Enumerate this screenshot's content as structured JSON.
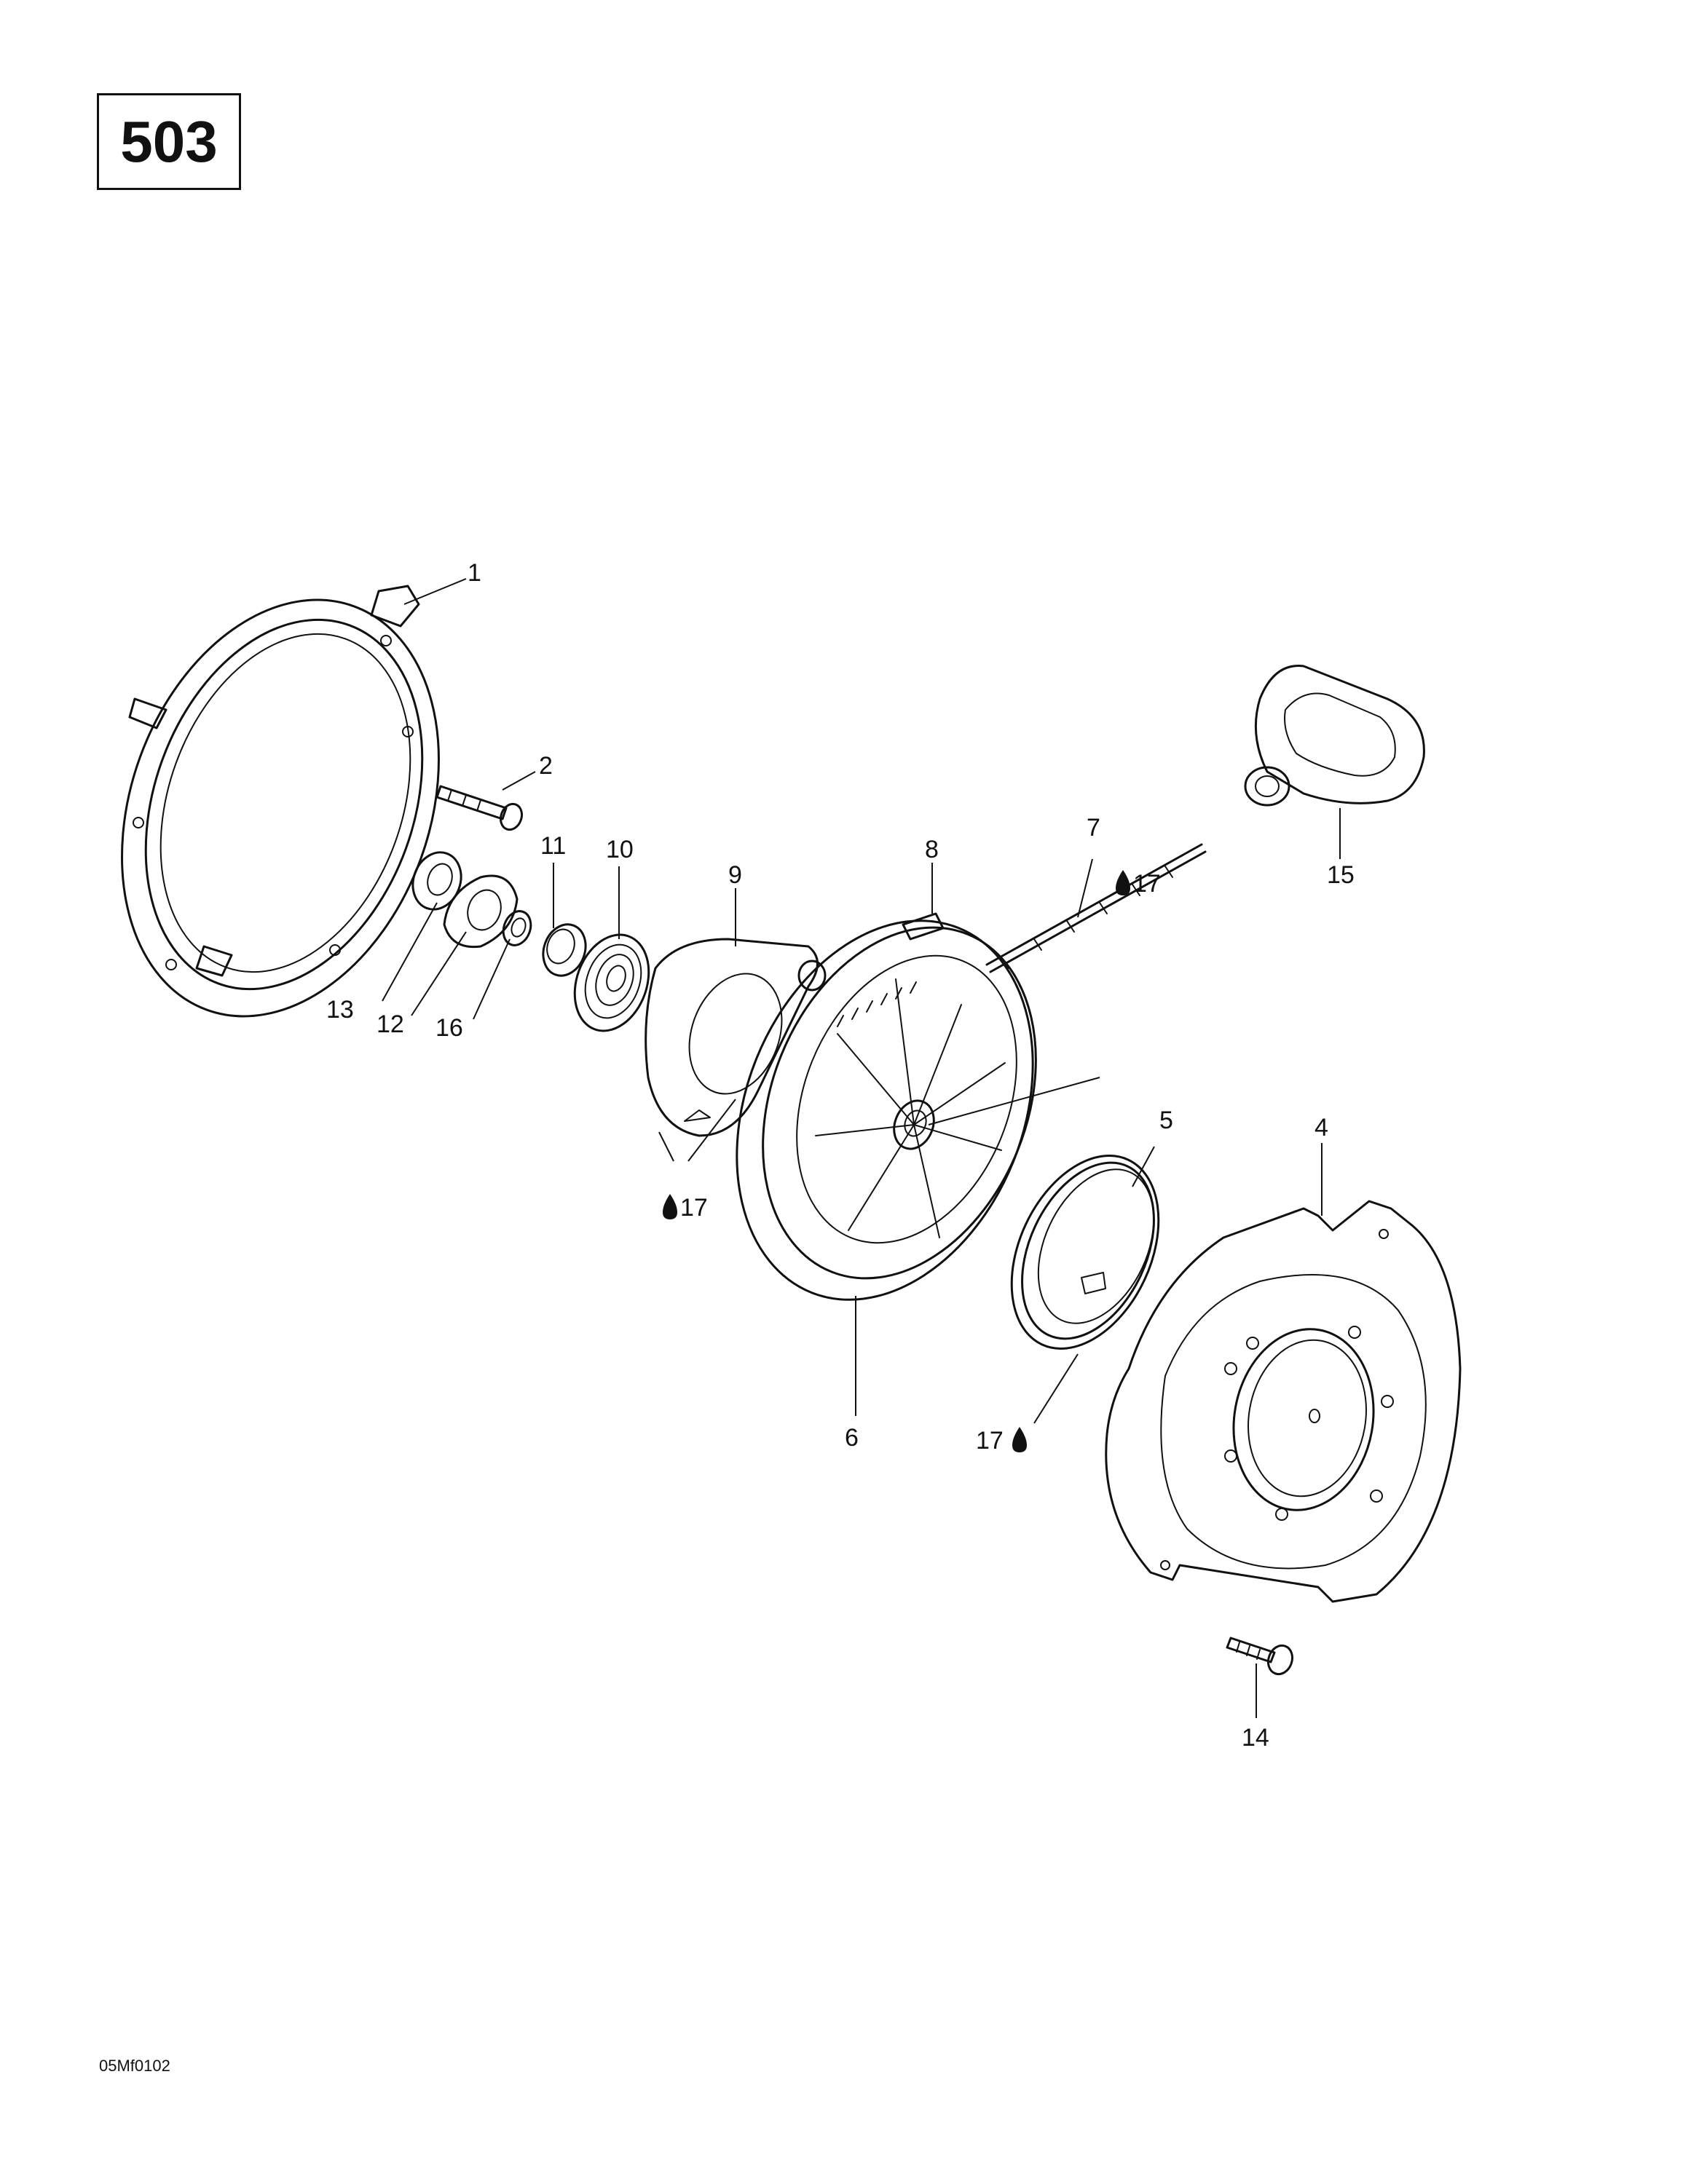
{
  "page": {
    "page_number": "503",
    "drawing_code": "05Mf0102"
  },
  "callouts": {
    "c1": "1",
    "c2": "2",
    "c4": "4",
    "c5": "5",
    "c6": "6",
    "c7": "7",
    "c8": "8",
    "c9": "9",
    "c10": "10",
    "c11": "11",
    "c12": "12",
    "c13": "13",
    "c14": "14",
    "c15": "15",
    "c16": "16",
    "c17a": "17",
    "c17b": "17",
    "c17c": "17"
  },
  "icons": {
    "lubricant_drop": "lubricant-drop-icon"
  }
}
